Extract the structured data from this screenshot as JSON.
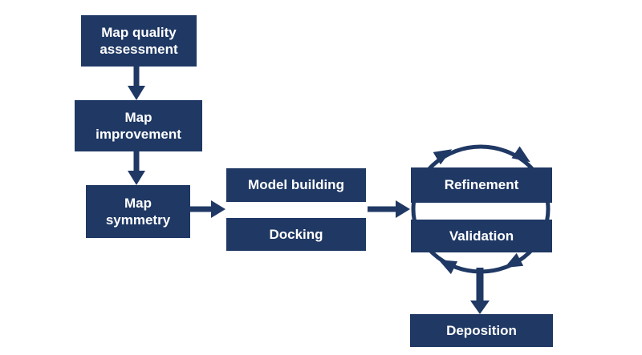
{
  "nodes": {
    "map_quality": {
      "label": "Map quality\nassessment"
    },
    "map_improvement": {
      "label": "Map\nimprovement"
    },
    "map_symmetry": {
      "label": "Map\nsymmetry"
    },
    "model_building": {
      "label": "Model building"
    },
    "docking": {
      "label": "Docking"
    },
    "refinement": {
      "label": "Refinement"
    },
    "validation": {
      "label": "Validation"
    },
    "deposition": {
      "label": "Deposition"
    }
  },
  "connections": [
    {
      "from": "map_quality",
      "to": "map_improvement",
      "style": "straight-arrow"
    },
    {
      "from": "map_improvement",
      "to": "map_symmetry",
      "style": "straight-arrow"
    },
    {
      "from": "map_symmetry",
      "to": "model_building + docking",
      "style": "straight-arrow"
    },
    {
      "from": "model_building + docking",
      "to": "refinement + validation",
      "style": "straight-arrow"
    },
    {
      "around": "refinement + validation",
      "style": "cycle-circle",
      "direction": "clockwise",
      "arrowhead_count": 4
    },
    {
      "from": "refinement + validation",
      "to": "deposition",
      "style": "straight-arrow"
    }
  ],
  "colors": {
    "node_fill": "#1F3864",
    "node_text": "#FFFFFF",
    "arrow": "#1F3864",
    "background": "#FFFFFF"
  }
}
